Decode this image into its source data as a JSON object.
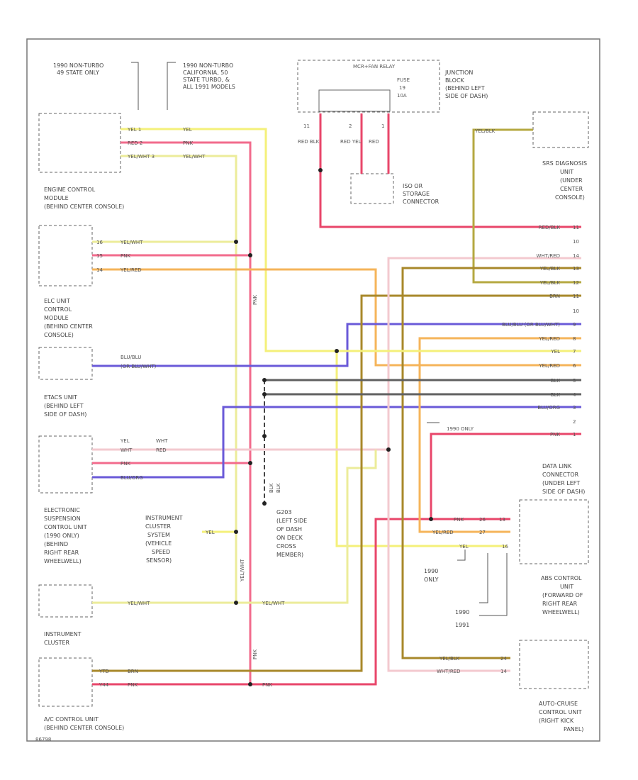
{
  "labels": {
    "non_turbo_49": [
      "1990 NON-TURBO",
      "49 STATE ONLY"
    ],
    "non_turbo_ca": [
      "1990 NON-TURBO",
      "CALIFORNIA, 50",
      "STATE TURBO, &",
      "ALL 1991 MODELS"
    ],
    "ecm": [
      "ENGINE CONTROL",
      "MODULE",
      "(BEHIND CENTER CONSOLE)"
    ],
    "elc": [
      "ELC UNIT",
      "CONTROL",
      "MODULE",
      "(BEHIND CENTER",
      "CONSOLE)"
    ],
    "etacs": [
      "ETACS UNIT",
      "(BEHIND LEFT",
      "SIDE OF DASH)"
    ],
    "ecs": [
      "ELECTRONIC",
      "SUSPENSION",
      "CONTROL UNIT",
      "(1990 ONLY)",
      "(BEHIND",
      "RIGHT REAR",
      "WHEELWELL)"
    ],
    "instrument_cluster": [
      "INSTRUMENT",
      "CLUSTER"
    ],
    "ac_control": [
      "A/C CONTROL UNIT",
      "(BEHIND CENTER CONSOLE)"
    ],
    "vss": [
      "INSTRUMENT",
      "CLUSTER",
      "SYSTEM",
      "(VEHICLE",
      "SPEED",
      "SENSOR)"
    ],
    "g203": [
      "G203",
      "(LEFT SIDE",
      "OF DASH",
      "ON DECK",
      "CROSS",
      "MEMBER)"
    ],
    "fuse_box": "MCR+FAN RELAY",
    "fuse": [
      "FUSE",
      "19",
      "10A"
    ],
    "junction": [
      "JUNCTION",
      "BLOCK",
      "(BEHIND LEFT",
      "SIDE OF DASH)"
    ],
    "storage": [
      "ISO OR",
      "STORAGE",
      "CONNECTOR"
    ],
    "srs": [
      "SRS DIAGNOSIS",
      "UNIT",
      "(UNDER",
      "CENTER",
      "CONSOLE)"
    ],
    "dlc": [
      "DATA LINK",
      "CONNECTOR",
      "(UNDER LEFT",
      "SIDE OF DASH)"
    ],
    "abs": [
      "ABS CONTROL",
      "UNIT",
      "(FORWARD OF",
      "RIGHT REAR",
      "WHEELWELL)"
    ],
    "auto_cruise": [
      "AUTO-CRUISE",
      "CONTROL UNIT",
      "(RIGHT KICK",
      "PANEL)"
    ],
    "only_1990": "1990 ONLY",
    "only_1990_b": [
      "1990",
      "ONLY"
    ],
    "yr_1990": "1990",
    "yr_1991": "1991",
    "ground_blk": [
      "BLK",
      "BLK"
    ],
    "figure_code": "86798"
  },
  "wire_colors": {
    "yel": "#f4f07a",
    "pnk": "#f26b8c",
    "yel_wht": "#ecec9a",
    "yel_red": "#f5b45a",
    "red_blk": "#e8466a",
    "wht_red": "#f3c9cf",
    "yel_blk": "#b5a840",
    "brn": "#a8882a",
    "blu_blk": "#6a5ad8",
    "blk": "#606060",
    "red": "#e8466a"
  },
  "connectors": {
    "ecm_pins": [
      "YEL 1",
      "RED 2",
      "YEL/WHT 3"
    ],
    "ecm_wires": [
      "YEL",
      "PNK",
      "YEL/WHT"
    ],
    "elc_wires": [
      "YEL/WHT",
      "PNK",
      "YEL/RED"
    ],
    "elc_pins": [
      "16",
      "15",
      "14"
    ],
    "etacs_wires": [
      "BLU/BLU",
      "(OR BLU/WHT)"
    ],
    "ecs_wires": [
      "YEL",
      "WHT",
      "PNK",
      "BLU/ORG"
    ],
    "ecs_top": [
      "YEL",
      "WHT",
      "RED"
    ],
    "ic_wire": "YEL/WHT",
    "ac_wires": [
      "BRN",
      "PNK"
    ],
    "ac_pins": [
      "YTD",
      "Y44"
    ],
    "vss_wire": "YEL",
    "g203_wire": "YEL/WHT",
    "ac_pnk": "PNK",
    "vertical_pnk": "PNK",
    "vertical_yelwht": "YEL/WHT",
    "vertical_pnk2": "PNK"
  },
  "right_wires": {
    "srs": "YEL/BLK",
    "rows": [
      {
        "label": "RED/BLK",
        "pin": "11"
      },
      {
        "label": "",
        "pin": "10"
      },
      {
        "label": "WHT/RED",
        "pin": "14"
      },
      {
        "label": "YEL/BLK",
        "pin": "13"
      },
      {
        "label": "YEL/BLK",
        "pin": "12"
      },
      {
        "label": "BRN",
        "pin": "11"
      },
      {
        "label": "",
        "pin": "10"
      },
      {
        "label": "BLU/BLU (OR BLU/WHT)",
        "pin": "9"
      },
      {
        "label": "YEL/RED",
        "pin": "8"
      },
      {
        "label": "YEL",
        "pin": "7"
      },
      {
        "label": "YEL/RED",
        "pin": "6"
      },
      {
        "label": "BLK",
        "pin": "5"
      },
      {
        "label": "BLK",
        "pin": "4"
      },
      {
        "label": "BLU/ORG",
        "pin": "3"
      },
      {
        "label": "",
        "pin": "2"
      },
      {
        "label": "PNK",
        "pin": "1"
      }
    ],
    "abs_wires": [
      {
        "label": "PNK",
        "pin": "26"
      },
      {
        "label": "YEL/RED",
        "pin": "27"
      },
      {
        "label": "YEL",
        "pin": "16"
      }
    ],
    "abs_pin_left": "13",
    "cruise_wires": [
      {
        "label": "YEL/BLK",
        "pin": "24"
      },
      {
        "label": "WHT/RED",
        "pin": "14"
      }
    ],
    "fuse_wires": [
      {
        "label": "RED BLK",
        "pin": "11"
      },
      {
        "label": "RED YEL",
        "pin": "2"
      },
      {
        "label": "RED",
        "pin": "1"
      }
    ]
  }
}
